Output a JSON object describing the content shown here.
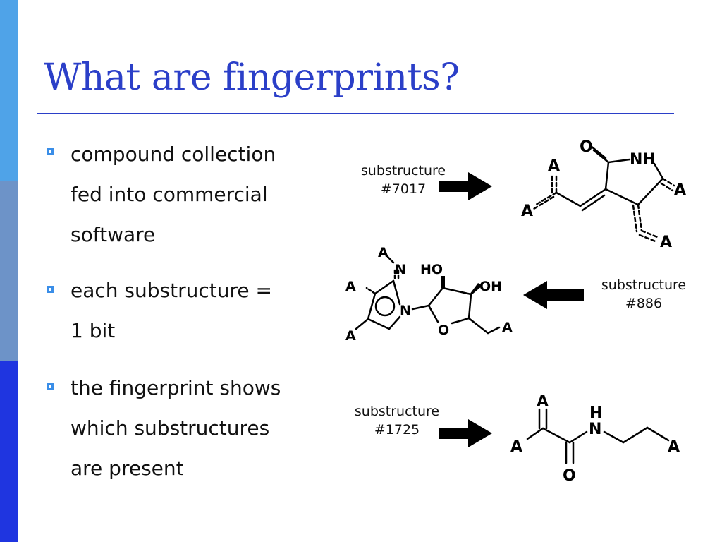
{
  "slide": {
    "title": "What are fingerprints?",
    "colors": {
      "title": "#2b3fc8",
      "bullet": "#3a8ee8"
    }
  },
  "bullets": [
    {
      "lines": [
        "compound collection",
        "fed into commercial",
        "software"
      ]
    },
    {
      "lines": [
        "each substructure  =",
        "1 bit"
      ]
    },
    {
      "lines": [
        "the fingerprint shows",
        "which substructures",
        "are present"
      ]
    }
  ],
  "substructures": [
    {
      "label": "substructure",
      "id": "#7017",
      "arrow": "right-arrow"
    },
    {
      "label": "substructure",
      "id": "#886",
      "arrow": "left-arrow"
    },
    {
      "label": "substructure",
      "id": "#1725",
      "arrow": "right-arrow"
    }
  ],
  "atoms": {
    "m1": {
      "o": "O",
      "nh": "NH",
      "a_top": "A",
      "a_left": "A",
      "a_right": "A",
      "a_bottom": "A"
    },
    "m2": {
      "a_top": "A",
      "n_top": "N",
      "a_left": "A",
      "n_ring": "N",
      "a_bottom": "A",
      "ho": "HO",
      "oh": "OH",
      "o_ring": "O",
      "a_right": "A"
    },
    "m3": {
      "a_top": "A",
      "a_left": "A",
      "h": "H",
      "n": "N",
      "a_right": "A",
      "o": "O"
    }
  }
}
